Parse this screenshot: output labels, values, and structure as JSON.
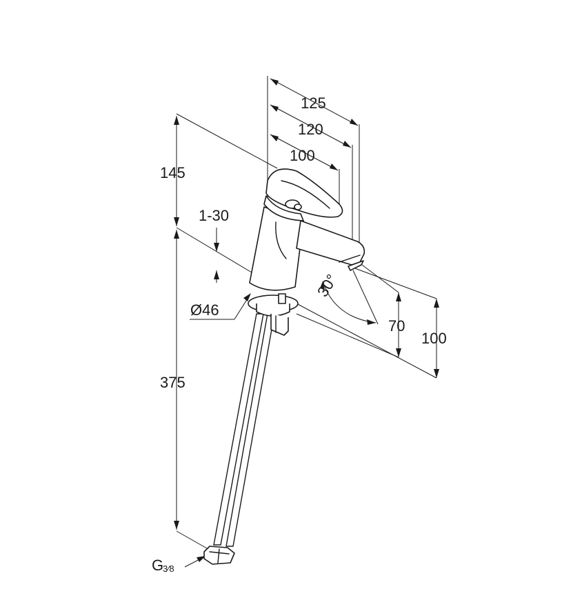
{
  "drawing": {
    "dimensions": {
      "projection_125": "125",
      "projection_120": "120",
      "projection_100": "100",
      "height_145": "145",
      "thickness_range": "1-30",
      "base_diameter": "Ø46",
      "hose_length": "375",
      "swivel_angle": "30°",
      "spout_height_70": "70",
      "spout_height_100": "100",
      "connection_thread_main": "G",
      "connection_thread_fraction": "3⁄8"
    }
  }
}
